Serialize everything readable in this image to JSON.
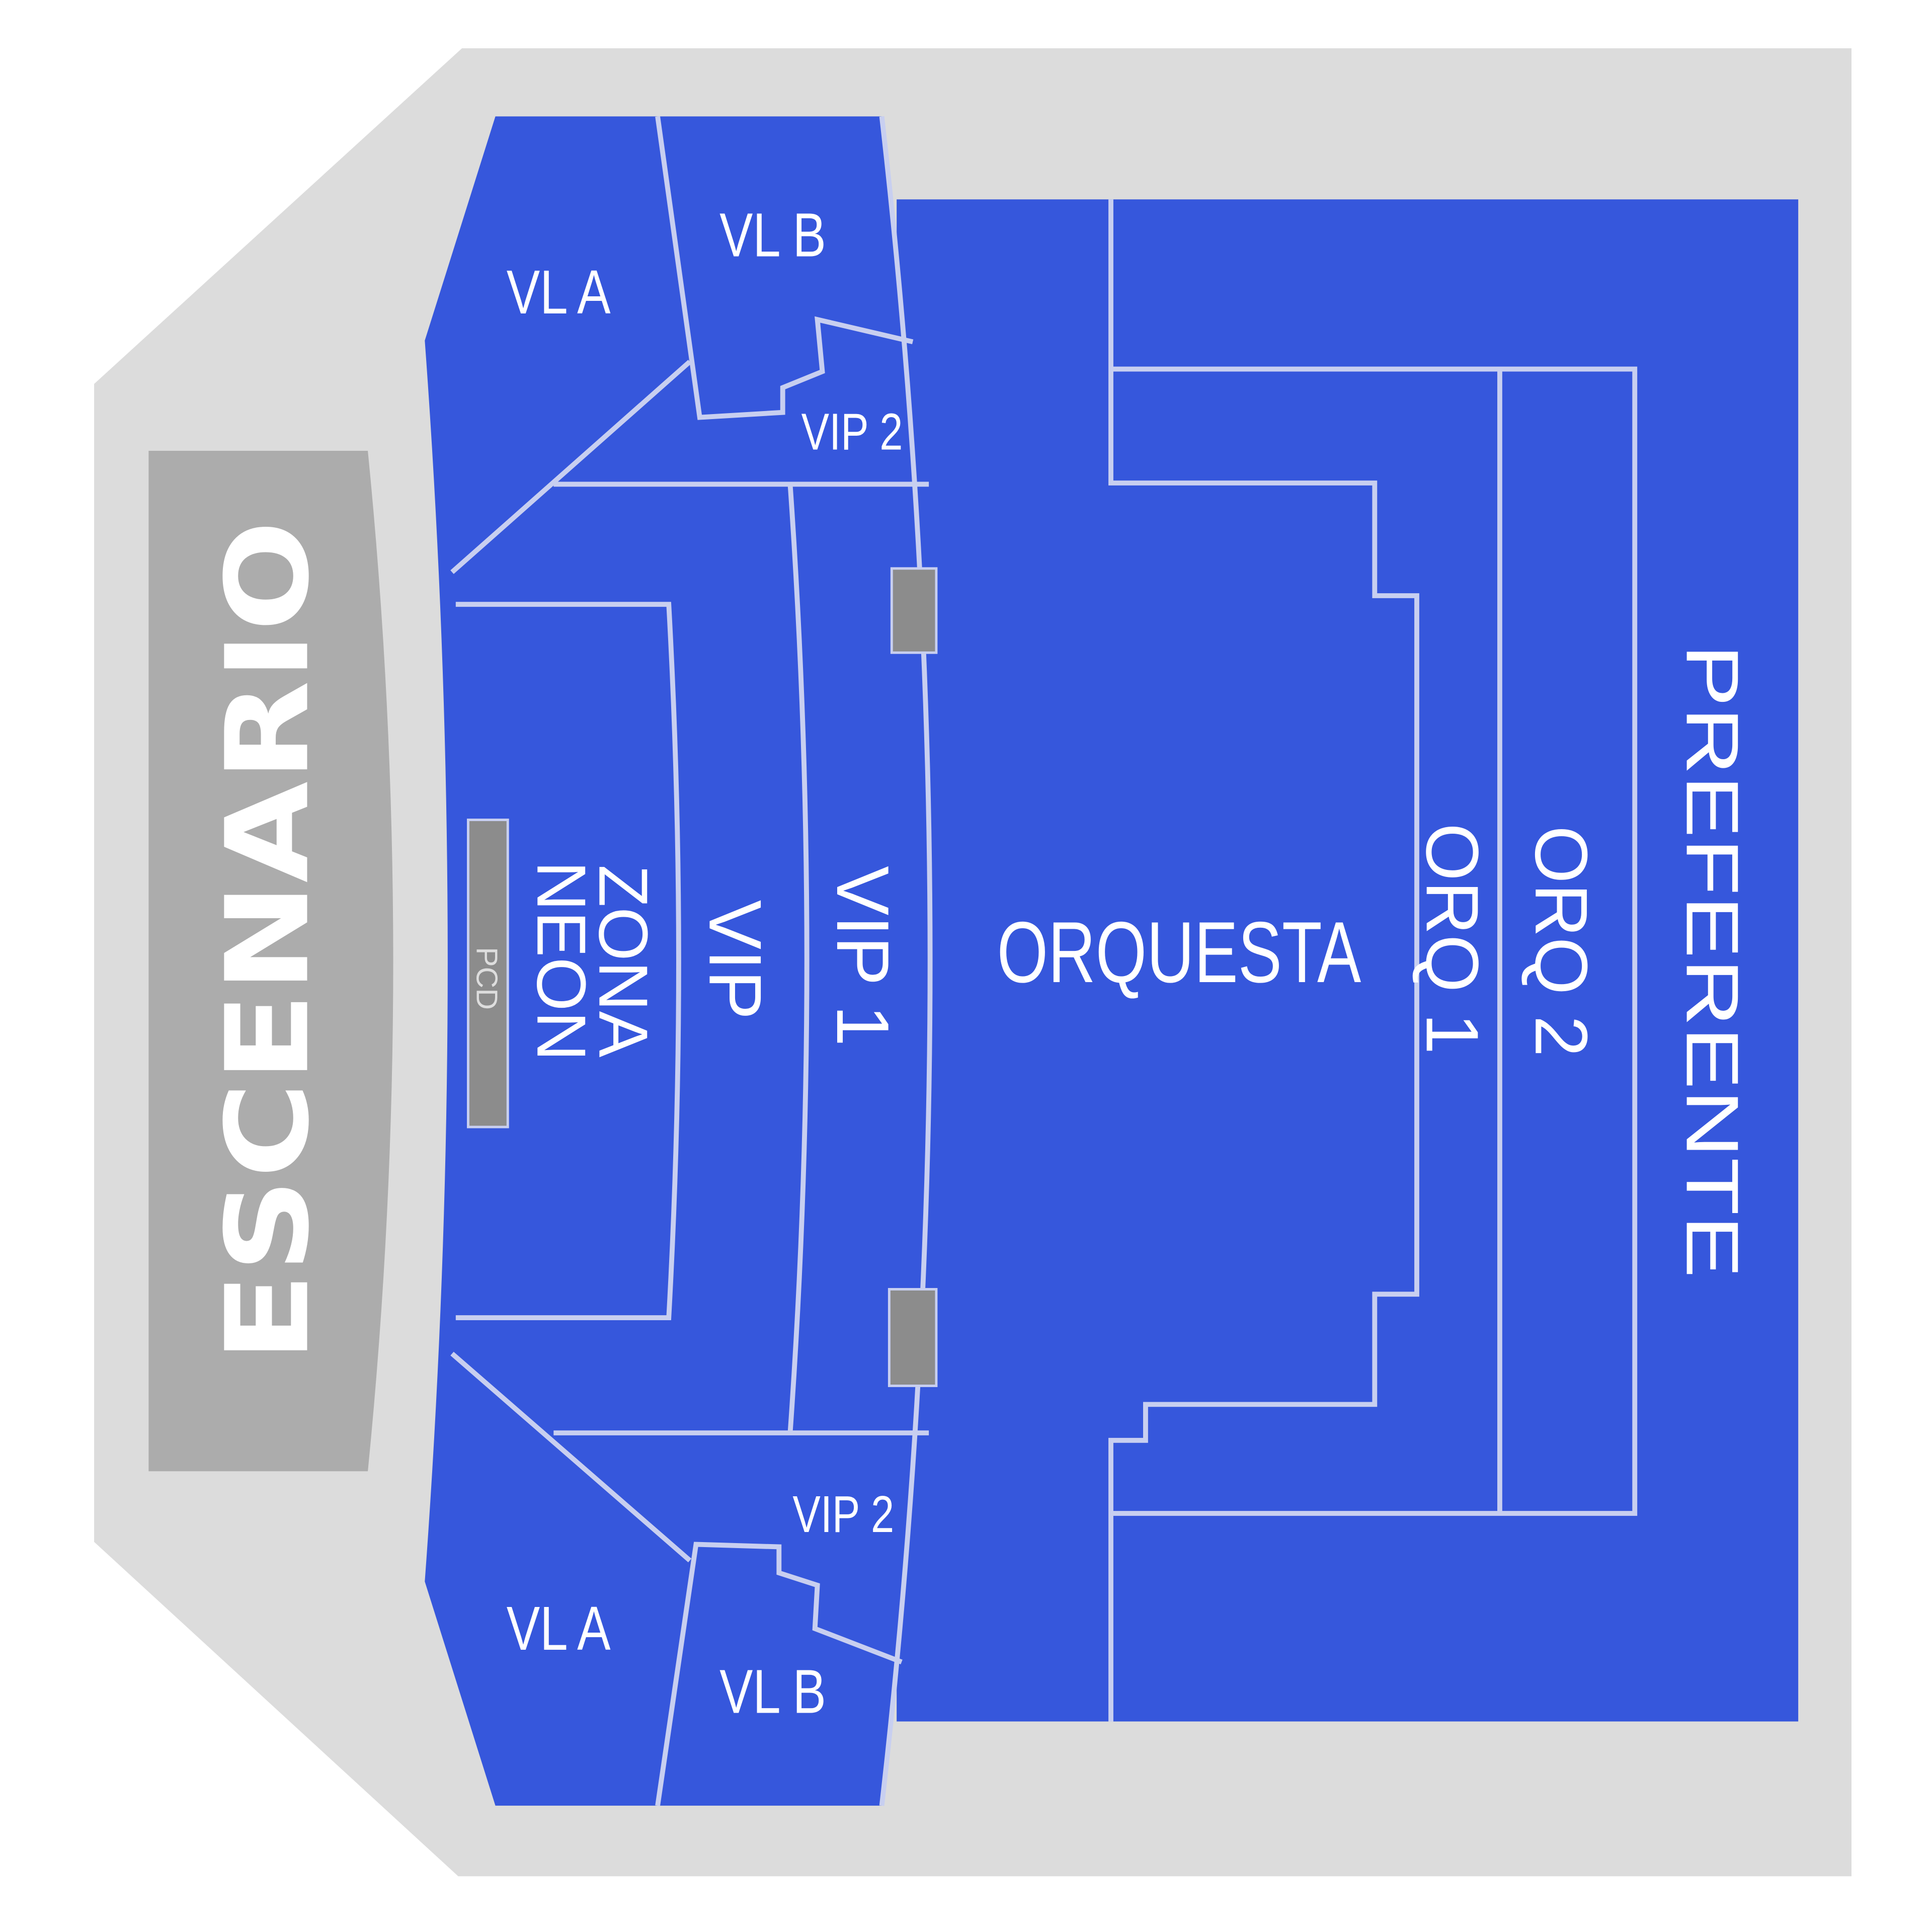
{
  "colors": {
    "background": "#ffffff",
    "venue_outline": "#dcdcdc",
    "stage": "#acacac",
    "section": "#3657dc",
    "section_border": "#c8cff0",
    "label": "#ffffff",
    "pcd": "#8c8c8c"
  },
  "stage": {
    "label": "ESCENARIO"
  },
  "pcd": {
    "label": "PCD"
  },
  "sections": {
    "vl_a_top": "VL A",
    "vl_b_top": "VL B",
    "vip2_top": "VIP 2",
    "zona_neon_line1": "ZONA",
    "zona_neon_line2": "NEON",
    "vip": "VIP",
    "vip1": "VIP 1",
    "orquesta": "ORQUESTA",
    "orq1": "ORQ 1",
    "orq2": "ORQ 2",
    "preferente": "PREFERENTE",
    "vip2_bottom": "VIP 2",
    "vl_a_bottom": "VL A",
    "vl_b_bottom": "VL B"
  }
}
